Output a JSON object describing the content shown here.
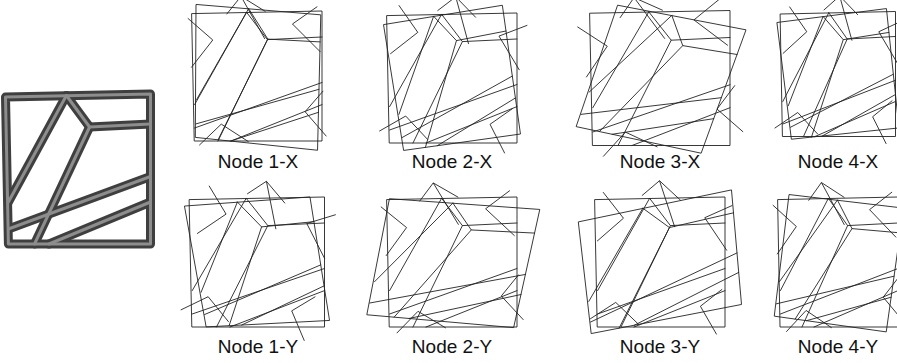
{
  "diagram": {
    "labels": [
      "Node 1-X",
      "Node 2-X",
      "Node 3-X",
      "Node 4-X",
      "Node 1-Y",
      "Node 2-Y",
      "Node 3-Y",
      "Node 4-Y"
    ]
  }
}
